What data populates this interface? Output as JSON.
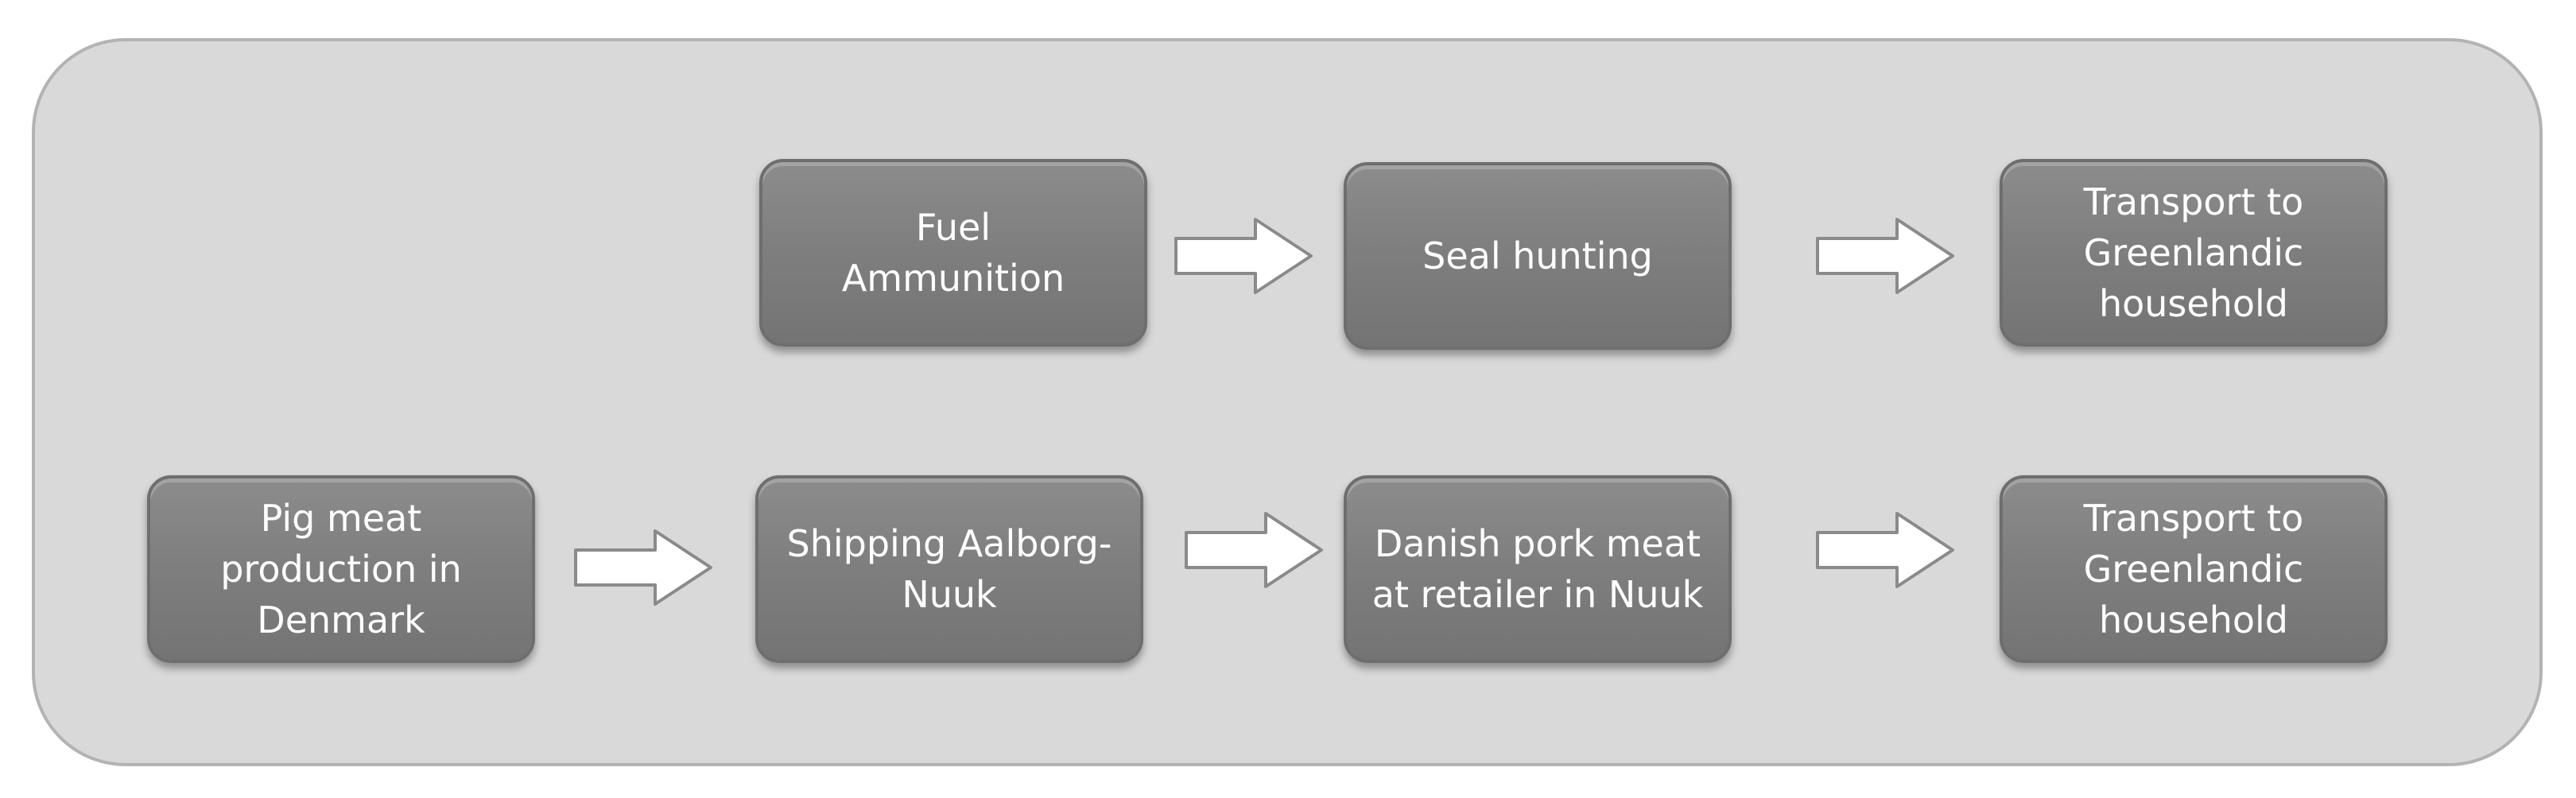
{
  "diagram": {
    "row_top": {
      "box_fuel": "Fuel\nAmmunition",
      "box_seal": "Seal hunting",
      "box_transport": "Transport to\nGreenlandic\nhousehold"
    },
    "row_bottom": {
      "box_pig": "Pig meat\nproduction  in\nDenmark",
      "box_shipping": "Shipping Aalborg-\nNuuk",
      "box_retailer": "Danish pork meat\nat retailer in Nuuk",
      "box_transport": "Transport to\nGreenlandic\nhousehold"
    },
    "colors": {
      "panel_background": "#d9d9d9",
      "panel_border": "#b3b3b3",
      "box_fill": "#808080",
      "box_text": "#ffffff",
      "arrow_fill": "#ffffff",
      "arrow_stroke": "#8a8a8a"
    },
    "icons": [
      "right-arrow-icon"
    ]
  }
}
